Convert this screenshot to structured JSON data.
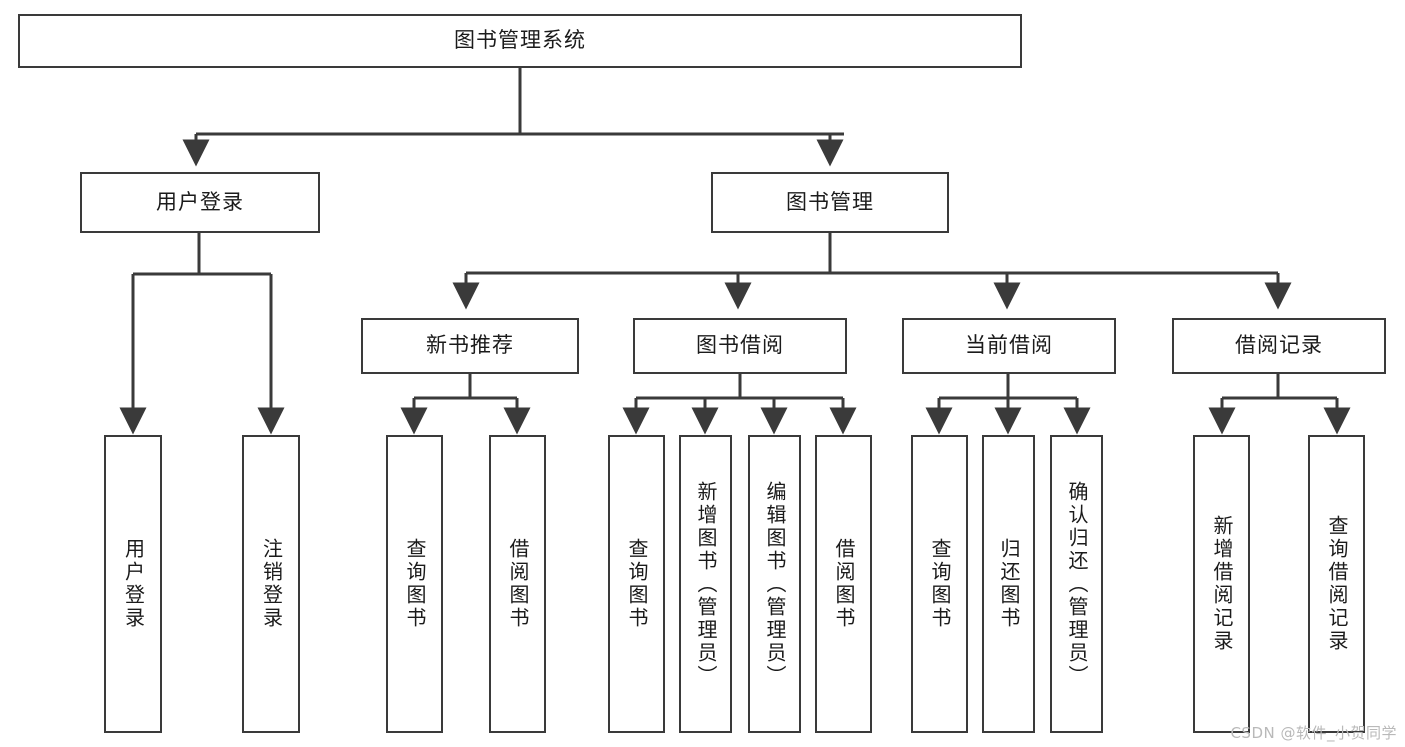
{
  "diagram": {
    "type": "tree-hierarchy",
    "title": "图书管理系统",
    "root": {
      "id": "root",
      "label": "图书管理系统",
      "orientation": "horizontal"
    },
    "level2": [
      {
        "id": "user-login",
        "label": "用户登录",
        "orientation": "horizontal"
      },
      {
        "id": "book-manage",
        "label": "图书管理",
        "orientation": "horizontal"
      }
    ],
    "level3": [
      {
        "id": "new-book-recommend",
        "label": "新书推荐",
        "orientation": "horizontal",
        "parent": "book-manage"
      },
      {
        "id": "book-borrow",
        "label": "图书借阅",
        "orientation": "horizontal",
        "parent": "book-manage"
      },
      {
        "id": "current-borrow",
        "label": "当前借阅",
        "orientation": "horizontal",
        "parent": "book-manage"
      },
      {
        "id": "borrow-record",
        "label": "借阅记录",
        "orientation": "horizontal",
        "parent": "book-manage"
      }
    ],
    "leaves": [
      {
        "id": "leaf-user-login",
        "label": "用户登录",
        "orientation": "vertical",
        "parent": "user-login"
      },
      {
        "id": "leaf-logout",
        "label": "注销登录",
        "orientation": "vertical",
        "parent": "user-login"
      },
      {
        "id": "leaf-query-book-1",
        "label": "查询图书",
        "orientation": "vertical",
        "parent": "new-book-recommend"
      },
      {
        "id": "leaf-borrow-book-1",
        "label": "借阅图书",
        "orientation": "vertical",
        "parent": "new-book-recommend"
      },
      {
        "id": "leaf-query-book-2",
        "label": "查询图书",
        "orientation": "vertical",
        "parent": "book-borrow"
      },
      {
        "id": "leaf-add-book",
        "label": "新增图书（管理员）",
        "orientation": "vertical",
        "parent": "book-borrow"
      },
      {
        "id": "leaf-edit-book",
        "label": "编辑图书（管理员）",
        "orientation": "vertical",
        "parent": "book-borrow"
      },
      {
        "id": "leaf-borrow-book-2",
        "label": "借阅图书",
        "orientation": "vertical",
        "parent": "book-borrow"
      },
      {
        "id": "leaf-query-book-3",
        "label": "查询图书",
        "orientation": "vertical",
        "parent": "current-borrow"
      },
      {
        "id": "leaf-return-book",
        "label": "归还图书",
        "orientation": "vertical",
        "parent": "current-borrow"
      },
      {
        "id": "leaf-confirm-return",
        "label": "确认归还（管理员）",
        "orientation": "vertical",
        "parent": "current-borrow"
      },
      {
        "id": "leaf-add-record",
        "label": "新增借阅记录",
        "orientation": "vertical",
        "parent": "borrow-record"
      },
      {
        "id": "leaf-query-record",
        "label": "查询借阅记录",
        "orientation": "vertical",
        "parent": "borrow-record"
      }
    ],
    "colors": {
      "box_border": "#3a3a3a",
      "box_fill": "#ffffff",
      "connector": "#3a3a3a",
      "text": "#1b1b1b",
      "background": "#ffffff",
      "watermark": "#b9b9b9"
    }
  },
  "watermark": {
    "text": "CSDN @软件_小贺同学"
  }
}
